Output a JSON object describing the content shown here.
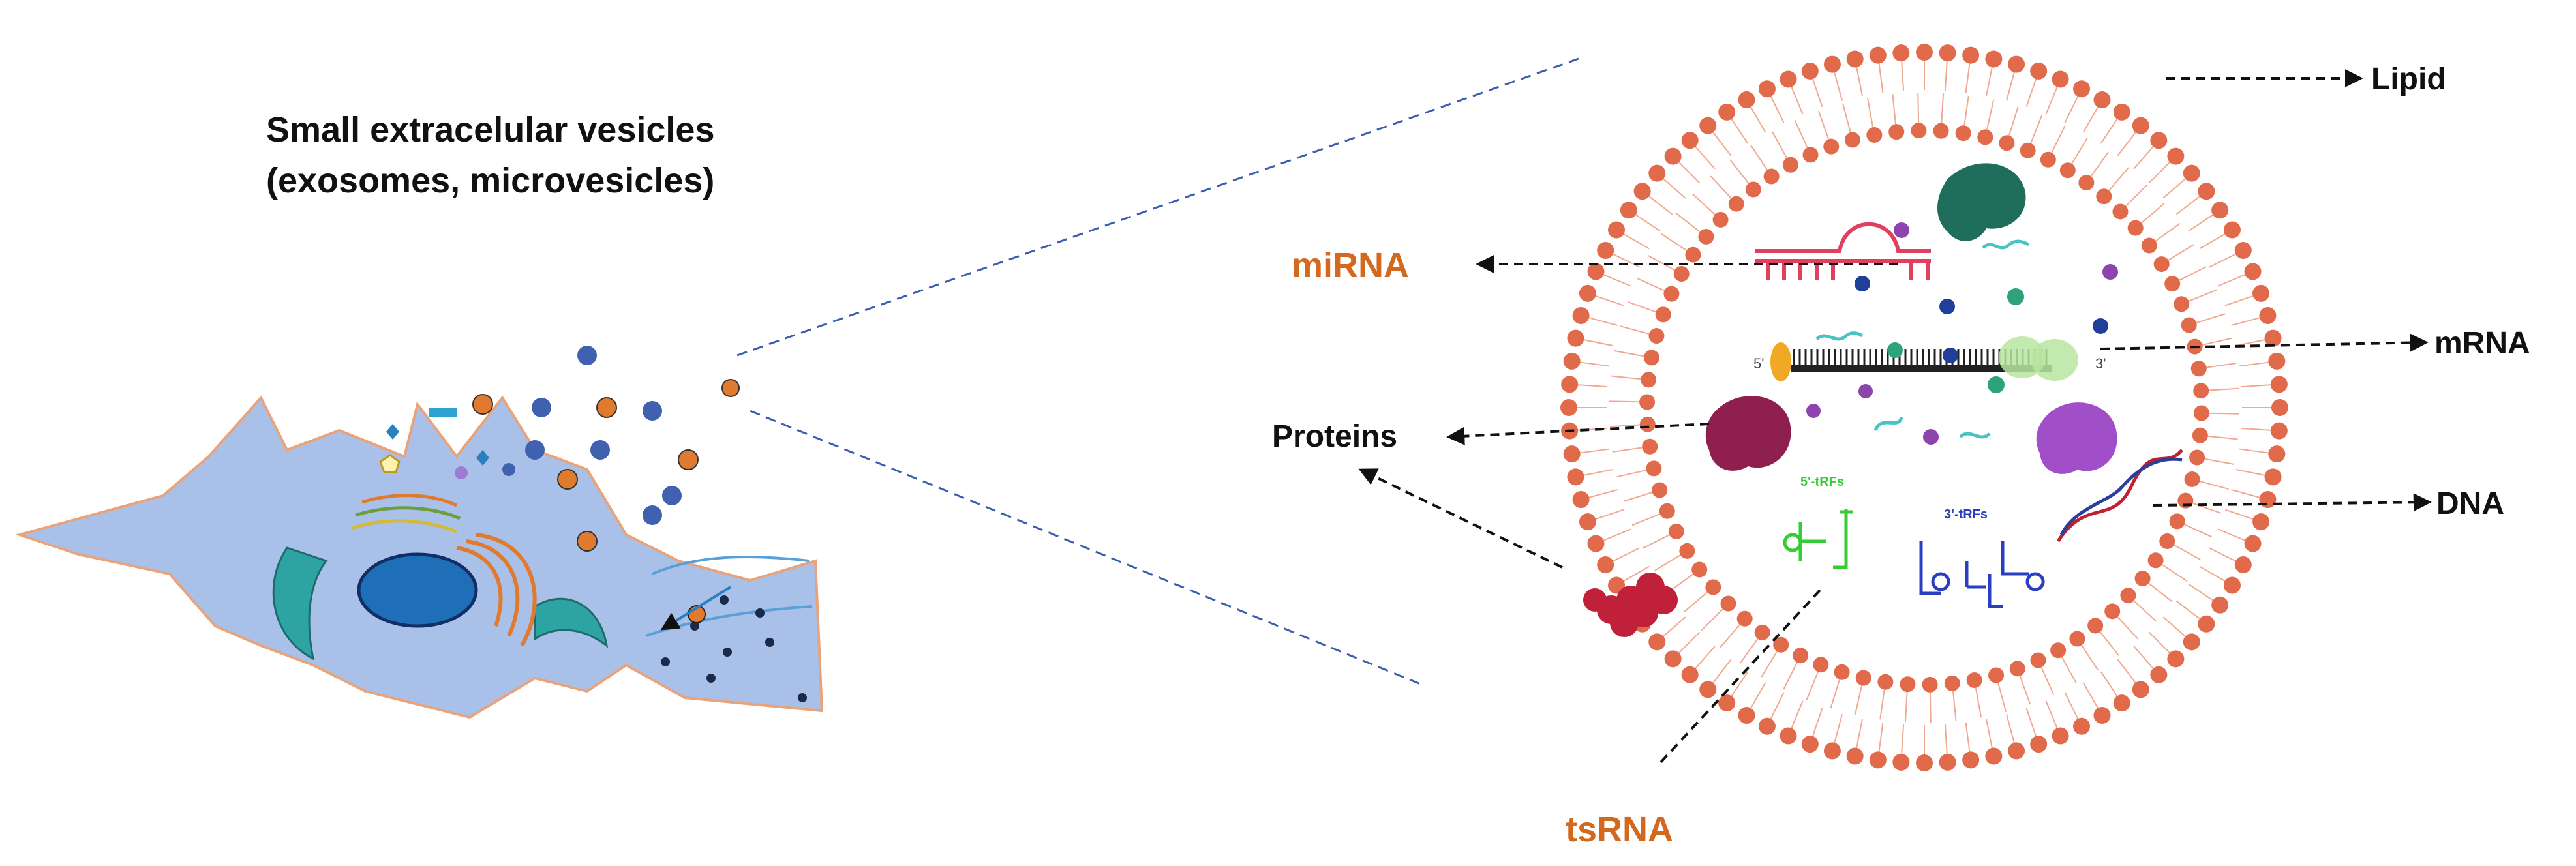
{
  "title": {
    "line1": "Small extracelular vesicles",
    "line2": "(exosomes, microvesicles)"
  },
  "labels": {
    "lipid": "Lipid",
    "mirna": "miRNA",
    "mrna": "mRNA",
    "proteins": "Proteins",
    "dna": "DNA",
    "tsrna": "tsRNA"
  },
  "mini_labels": {
    "trf5": "5'-tRFs",
    "trf3": "3'-tRFs",
    "five_prime": "5'",
    "three_prime": "3'"
  },
  "colors": {
    "accent_orange": "#d2691e",
    "membrane": "#e06a4a",
    "cell_body": "#a9c1e8",
    "label_black": "#111111"
  }
}
